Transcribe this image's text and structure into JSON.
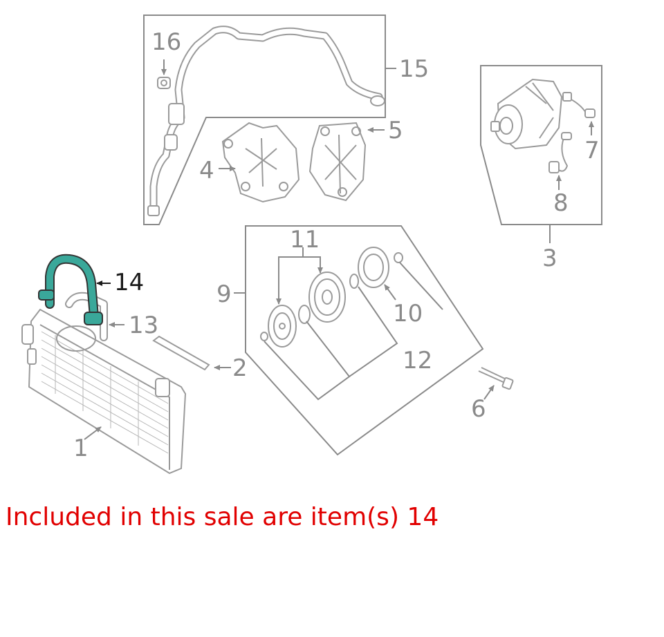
{
  "callouts": {
    "c1": "1",
    "c2": "2",
    "c3": "3",
    "c4": "4",
    "c5": "5",
    "c6": "6",
    "c7": "7",
    "c8": "8",
    "c9": "9",
    "c10": "10",
    "c11": "11",
    "c12": "12",
    "c13": "13",
    "c14": "14",
    "c15": "15",
    "c16": "16"
  },
  "highlight": {
    "item": "14",
    "color": "#3aa89a"
  },
  "caption": {
    "text": "Included in this sale are item(s) 14",
    "color": "#e10000"
  }
}
